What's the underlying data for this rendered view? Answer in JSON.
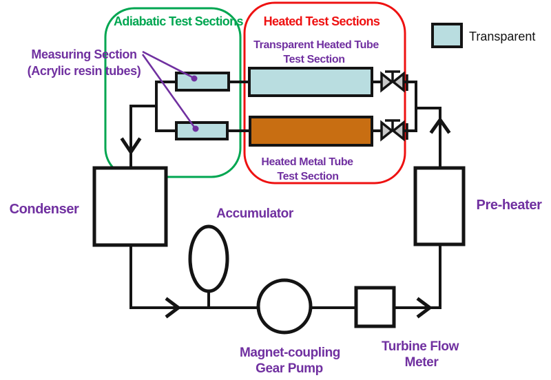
{
  "regions": {
    "adiabatic_title": "Adiabatic Test Sections",
    "heated_title": "Heated Test Sections"
  },
  "legend": {
    "label": "Transparent"
  },
  "annotations": {
    "measuring_line1": "Measuring Section",
    "measuring_line2": "(Acrylic resin tubes)"
  },
  "test_sections": {
    "transparent_tube_line1": "Transparent Heated Tube",
    "transparent_tube_line2": "Test Section",
    "metal_tube_line1": "Heated Metal Tube",
    "metal_tube_line2": "Test Section"
  },
  "components": {
    "condenser": "Condenser",
    "accumulator": "Accumulator",
    "pre_heater": "Pre-heater",
    "pump_line1": "Magnet-coupling",
    "pump_line2": "Gear Pump",
    "turbine_line1": "Turbine Flow",
    "turbine_line2": "Meter"
  },
  "colors": {
    "label_purple": "#7030A0",
    "region_green": "#00A651",
    "region_red": "#EE1111",
    "transparent_tube_blue": "#B9DDE0",
    "heated_metal_orange": "#C86E12",
    "line_black": "#141414"
  }
}
